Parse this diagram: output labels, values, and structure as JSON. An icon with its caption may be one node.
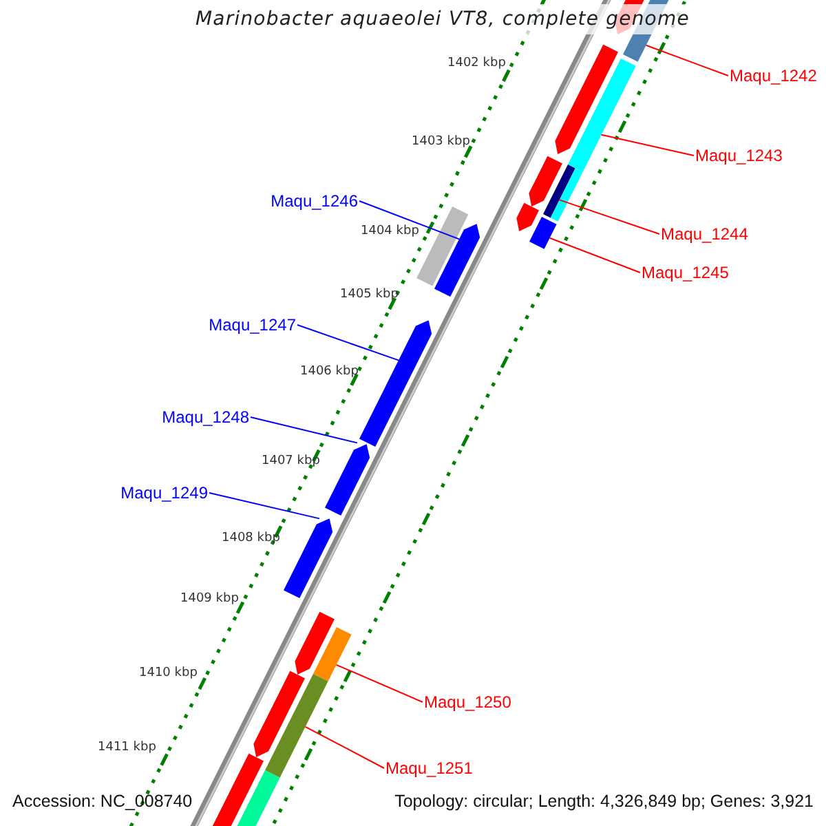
{
  "diagram": {
    "title": "Marinobacter aquaeolei VT8, complete genome",
    "nodes": [
      {
        "text": [
          "Maqu_1242"
        ]
      },
      {
        "text": [],
        "shape": "bar"
      },
      {
        "text": [
          "Maqu_1243"
        ]
      },
      {
        "text": [],
        "shape": "bar"
      },
      {
        "text": [
          "Maqu_1244"
        ]
      },
      {
        "text": [],
        "shape": "bar"
      },
      {
        "text": [
          "Maqu_1245"
        ]
      },
      {
        "text": [],
        "shape": "bar"
      },
      {
        "text": [
          "Maqu_1246"
        ]
      },
      {
        "text": [],
        "shape": "bar"
      },
      {
        "text": [
          "Maqu_1247"
        ]
      },
      {
        "text": [],
        "shape": "bar"
      },
      {
        "text": [
          "Maqu_1248"
        ]
      },
      {
        "text": [],
        "shape": "bar"
      },
      {
        "text": [
          "Maqu_1249"
        ]
      },
      {
        "text": [],
        "shape": "bar"
      },
      {
        "text": [
          "Maqu_1250"
        ]
      },
      {
        "text": [],
        "shape": "bar"
      },
      {
        "text": [
          "Maqu_1251"
        ]
      },
      {
        "text": [],
        "shape": "bar"
      },
      {
        "text": [],
        "shape": "bar"
      },
      {
        "text": [],
        "shape": "bar"
      },
      {
        "text": [],
        "shape": "bar"
      },
      {
        "text": [],
        "shape": "bar"
      },
      {
        "text": [],
        "shape": "bar"
      },
      {
        "text": [],
        "shape": "bar"
      },
      {
        "text": [],
        "shape": "bar"
      },
      {
        "text": [],
        "shape": "bar"
      },
      {
        "text": [],
        "shape": "bar"
      },
      {
        "text": [],
        "shape": "bar"
      }
    ],
    "edges": [
      {
        "from": 0,
        "to": 1,
        "arrow": "none",
        "color": "#ff0000"
      },
      {
        "from": 2,
        "to": 3,
        "arrow": "none",
        "color": "#ff0000"
      },
      {
        "from": 4,
        "to": 5,
        "arrow": "none",
        "color": "#ff0000"
      },
      {
        "from": 6,
        "to": 7,
        "arrow": "none",
        "color": "#ff0000"
      },
      {
        "from": 8,
        "to": 9,
        "arrow": "none",
        "color": "#0000ff"
      },
      {
        "from": 10,
        "to": 11,
        "arrow": "none",
        "color": "#0000ff"
      },
      {
        "from": 12,
        "to": 13,
        "arrow": "none",
        "color": "#0000ff"
      },
      {
        "from": 14,
        "to": 15,
        "arrow": "none",
        "color": "#0000ff"
      },
      {
        "from": 16,
        "to": 17,
        "arrow": "none",
        "color": "#ff0000"
      },
      {
        "from": 18,
        "to": 19,
        "arrow": "none",
        "color": "#ff0000"
      }
    ],
    "labels": [
      "1402 kbp",
      "1403 kbp",
      "1404 kbp",
      "1405 kbp",
      "1406 kbp",
      "1407 kbp",
      "1408 kbp",
      "1409 kbp",
      "1410 kbp",
      "1411 kbp",
      "Accession: NC_008740",
      "Topology: circular; Length: 4,326,849 bp; Genes: 3,921"
    ]
  }
}
